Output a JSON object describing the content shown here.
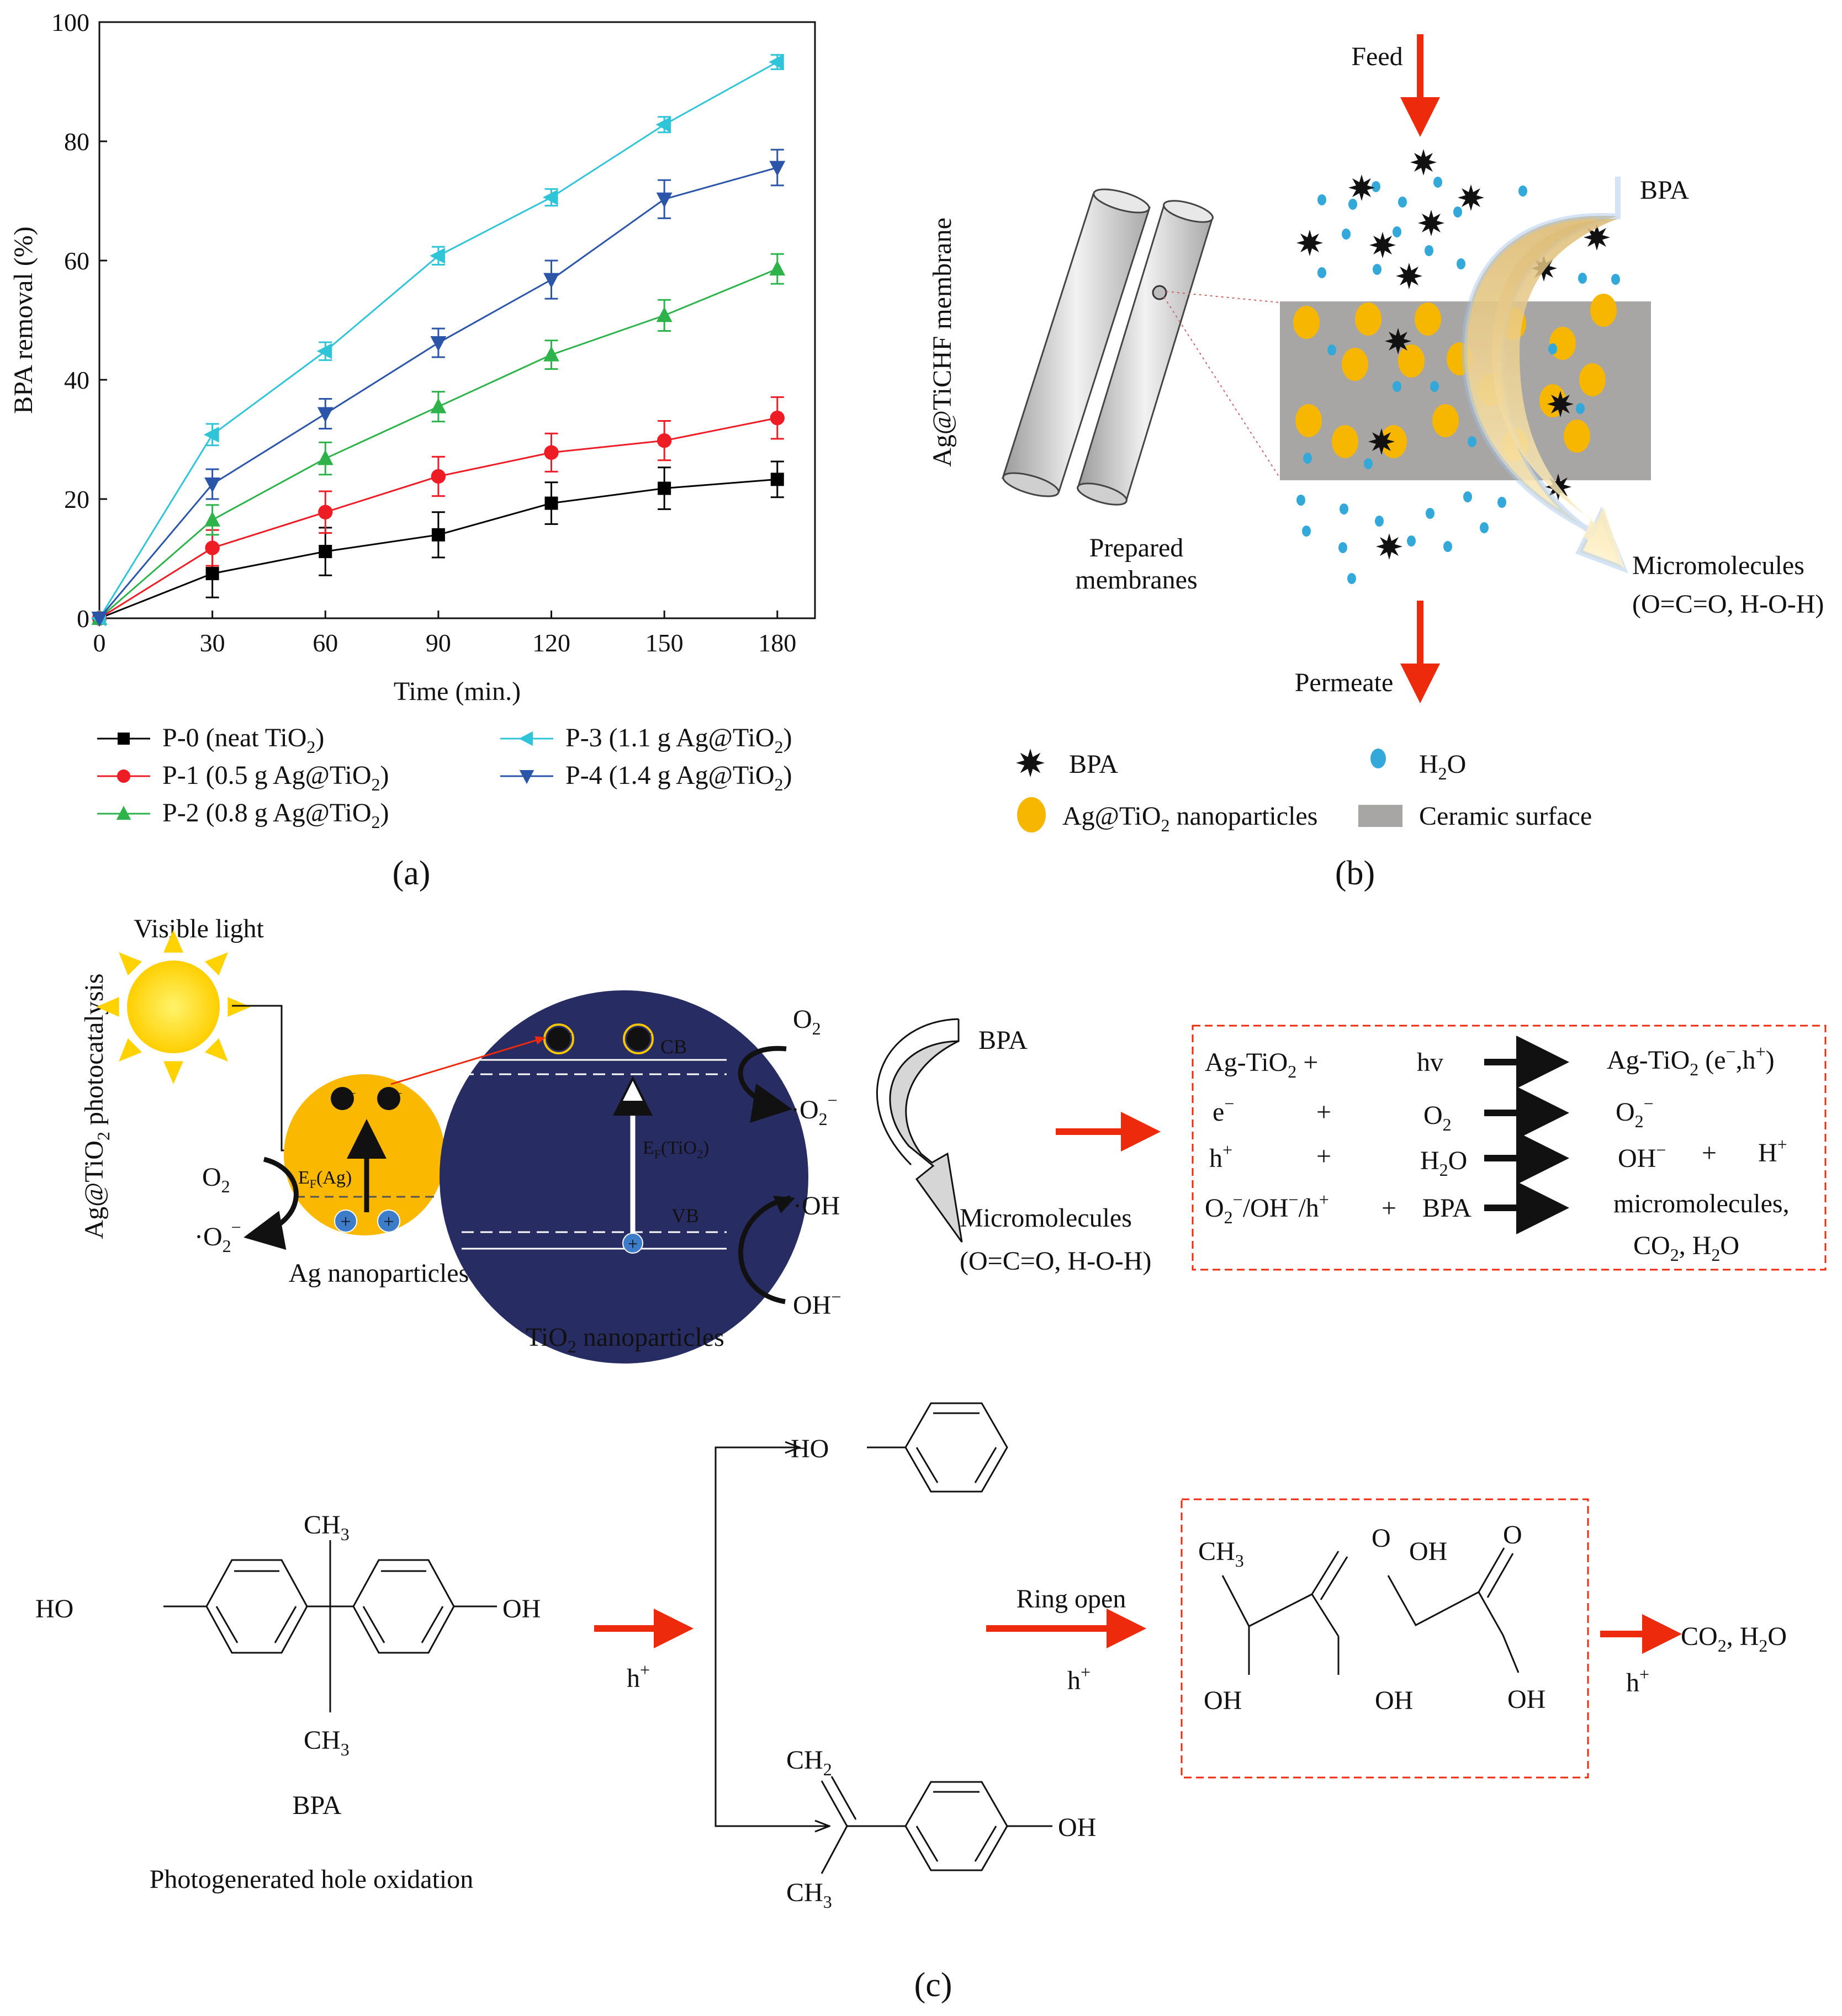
{
  "panel_labels": {
    "a": "(a)",
    "b": "(b)",
    "c": "(c)"
  },
  "chart_data": {
    "type": "line",
    "xlabel": "Time (min.)",
    "ylabel": "BPA removal (%)",
    "x": [
      0,
      30,
      60,
      90,
      120,
      150,
      180
    ],
    "xlim": [
      0,
      190
    ],
    "ylim": [
      0,
      100
    ],
    "xticks": [
      "0",
      "30",
      "60",
      "90",
      "120",
      "150",
      "180"
    ],
    "yticks": [
      "0",
      "20",
      "40",
      "60",
      "80",
      "100"
    ],
    "legend_placement": "bottom",
    "series": [
      {
        "name": "P-0 (neat TiO2)",
        "name_main": "P-0 (neat TiO",
        "name_sub": "2",
        "name_end": ")",
        "color": "#000000",
        "marker": "square",
        "y": [
          0,
          7.5,
          11.2,
          14,
          19.3,
          21.8,
          23.3
        ],
        "err": [
          0,
          4,
          4,
          3.8,
          3.5,
          3.5,
          3
        ]
      },
      {
        "name": "P-1 (0.5 g Ag@TiO2)",
        "name_main": "P-1 (0.5 g Ag@TiO",
        "name_sub": "2",
        "name_end": ")",
        "color": "#ee1c25",
        "marker": "circle",
        "y": [
          0,
          11.8,
          17.8,
          23.8,
          27.8,
          29.8,
          33.6
        ],
        "err": [
          0,
          3,
          3.5,
          3.3,
          3.2,
          3.3,
          3.5
        ]
      },
      {
        "name": "P-2 (0.8 g Ag@TiO2)",
        "name_main": "P-2 (0.8 g Ag@TiO",
        "name_sub": "2",
        "name_end": ")",
        "color": "#2db34a",
        "marker": "triangle-up",
        "y": [
          0,
          16.5,
          26.8,
          35.5,
          44.2,
          50.8,
          58.6
        ],
        "err": [
          0,
          2.5,
          2.7,
          2.5,
          2.4,
          2.6,
          2.5
        ]
      },
      {
        "name": "P-3 (1.1 g Ag@TiO2)",
        "name_main": "P-3 (1.1 g Ag@TiO",
        "name_sub": "2",
        "name_end": ")",
        "color": "#2fc4d8",
        "marker": "triangle-left",
        "y": [
          0,
          30.8,
          44.8,
          60.8,
          70.6,
          82.8,
          93.3
        ],
        "err": [
          0,
          1.8,
          1.5,
          1.5,
          1.4,
          1.3,
          1.2
        ]
      },
      {
        "name": "P-4 (1.4 g Ag@TiO2)",
        "name_main": "P-4 (1.4 g Ag@TiO",
        "name_sub": "2",
        "name_end": ")",
        "color": "#2a55a8",
        "marker": "triangle-down",
        "y": [
          0,
          22.5,
          34.3,
          46.2,
          56.8,
          70.3,
          75.6
        ],
        "err": [
          0,
          2.5,
          2.5,
          2.4,
          3.2,
          3.2,
          3
        ]
      }
    ]
  },
  "panel_b": {
    "side_label": "Ag@TiCHF membrane",
    "feed": "Feed",
    "permeate": "Permeate",
    "bpa_arrow": "BPA",
    "prepared": [
      "Prepared",
      "membranes"
    ],
    "micro": [
      "Micromolecules",
      "(O=C=O, H-O-H)"
    ],
    "legend": {
      "bpa": "BPA",
      "h2o_main": "H",
      "h2o_sub": "2",
      "h2o_end": "O",
      "np_main": "Ag@TiO",
      "np_sub": "2",
      "np_end": " nanoparticles",
      "ceramic": "Ceramic surface"
    },
    "colors": {
      "ceramic": "#a8a6a5",
      "particle": "#f7b600",
      "water": "#34a9d9",
      "arrow": "#ee2a0c"
    }
  },
  "panel_c": {
    "side_label_main": "Ag@TiO",
    "side_label_sub": "2",
    "side_label_end": " photocatalysis",
    "visible_light": "Visible light",
    "ag_caption": "Ag nanoparticles",
    "tio2_caption_main": "TiO",
    "tio2_caption_sub": "2",
    "tio2_caption_end": " nanoparticles",
    "ef_ag": "E",
    "ef_ag_sub": "F",
    "ef_ag_end": "(Ag)",
    "ef_tio2": "E",
    "ef_tio2_sub": "F",
    "ef_tio2_end": "(TiO",
    "ef_tio2_sub2": "2",
    "ef_tio2_end2": ")",
    "cb": "CB",
    "vb": "VB",
    "electron": "e",
    "minus": "−",
    "plus": "+",
    "o2": "O",
    "o2_sub": "2",
    "o2rad": "·O",
    "o2rad_sub": "2",
    "o2rad_sup": "−",
    "oh_rad": "·OH",
    "oh_minus": "OH",
    "oh_minus_sup": "−",
    "bpa": "BPA",
    "micro": [
      "Micromolecules",
      "(O=C=O, H-O-H)"
    ],
    "reactions": {
      "r1_left": "Ag-TiO",
      "r1_left_sub": "2",
      "r1_left_end": " +",
      "r1_mid": "hv",
      "r1_right": "Ag-TiO",
      "r1_right_sub": "2",
      "r1_right_end": " (e",
      "r1_right_sup1": "−",
      "r1_right_end2": ",h",
      "r1_right_sup2": "+",
      "r1_right_end3": ")",
      "r2_a": "e",
      "r2_a_sup": "−",
      "r2_plus": "+",
      "r2_b": "O",
      "r2_b_sub": "2",
      "r2_c": "O",
      "r2_c_sub": "2",
      "r2_c_sup": "−",
      "r3_a": "h",
      "r3_a_sup": "+",
      "r3_plus": "+",
      "r3_b": "H",
      "r3_b_sub": "2",
      "r3_b_end": "O",
      "r3_c": "OH",
      "r3_c_sup": "−",
      "r3_plus2": "+",
      "r3_d": "H",
      "r3_d_sup": "+",
      "r4_a": "O",
      "r4_a_sub": "2",
      "r4_a_sup": "−",
      "r4_a_end": "/OH",
      "r4_a_sup2": "−",
      "r4_a_end2": "/h",
      "r4_a_sup3": "+",
      "r4_plus": "+",
      "r4_b": "BPA",
      "r4_c": "micromolecules,",
      "r4_d": "CO",
      "r4_d_sub": "2",
      "r4_d_end": ", H",
      "r4_d_sub2": "2",
      "r4_d_end2": "O"
    }
  },
  "panel_d": {
    "ho": "HO",
    "oh": "OH",
    "ch3": "CH",
    "ch3_sub": "3",
    "ch2": "CH",
    "ch2_sub": "2",
    "o": "O",
    "bpa": "BPA",
    "hole": "Photogenerated hole oxidation",
    "hplus": "h",
    "hplus_sup": "+",
    "ring_open": "Ring open",
    "final": "CO",
    "final_sub": "2",
    "final_mid": ", H",
    "final_sub2": "2",
    "final_end": "O"
  }
}
